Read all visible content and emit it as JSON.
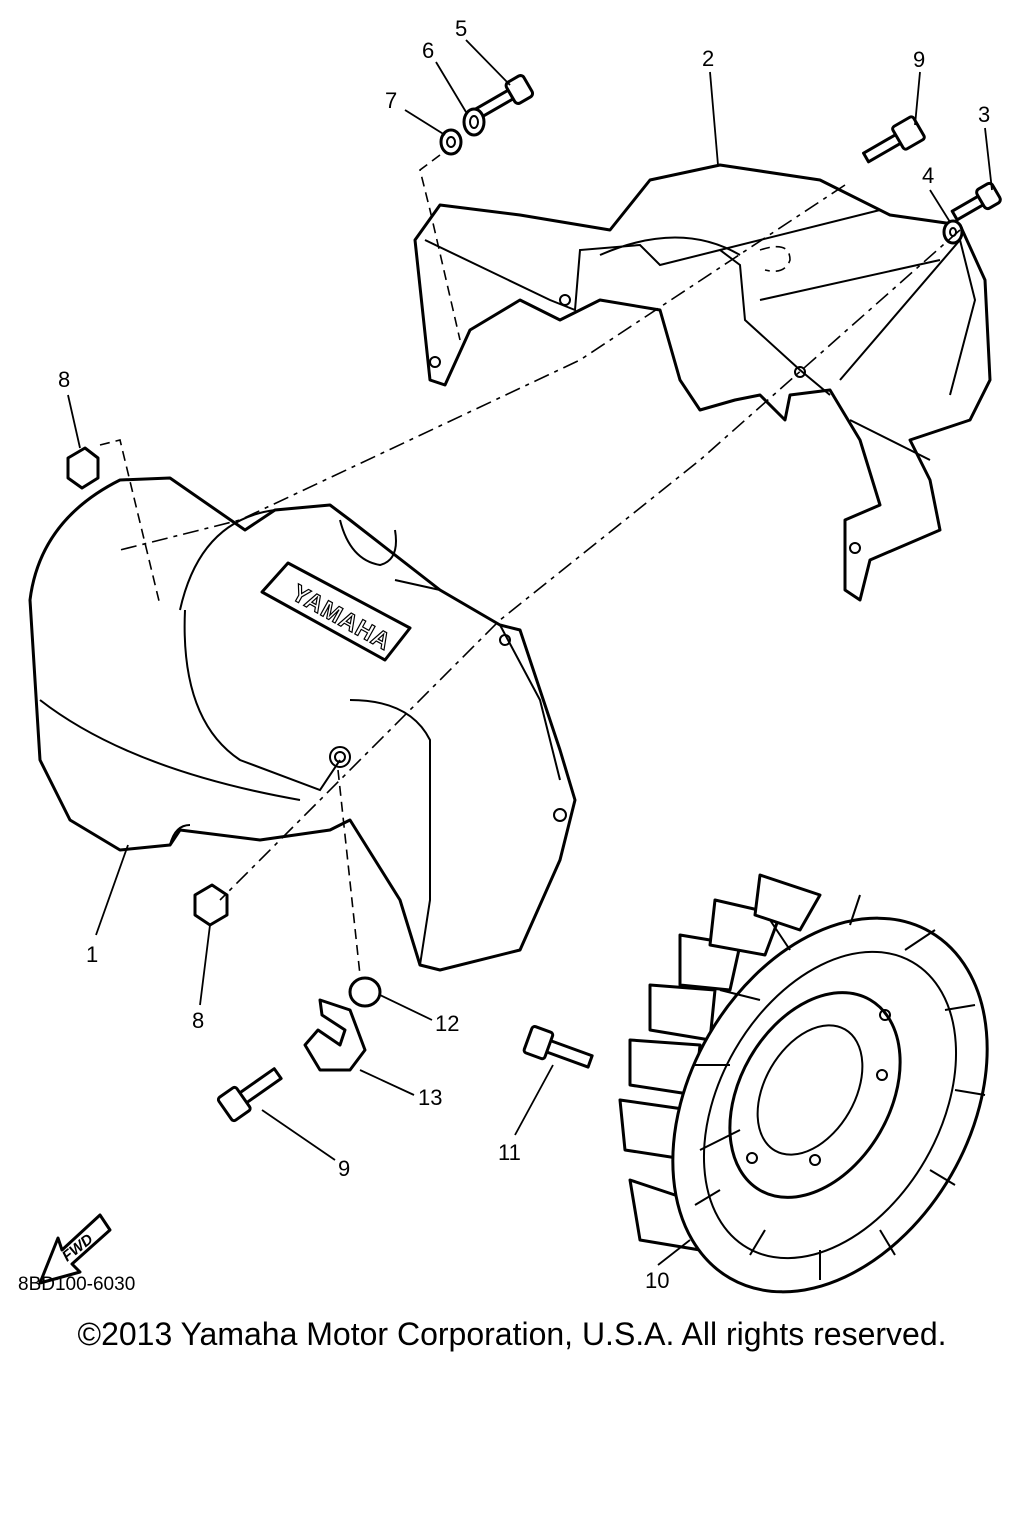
{
  "diagram": {
    "callouts": {
      "c1": "1",
      "c2": "2",
      "c3": "3",
      "c4": "4",
      "c5": "5",
      "c6": "6",
      "c7": "7",
      "c8a": "8",
      "c8b": "8",
      "c9a": "9",
      "c9b": "9",
      "c10": "10",
      "c11": "11",
      "c12": "12",
      "c13": "13"
    },
    "logo_text": "YAMAHA",
    "fwd_label": "FWD",
    "drawing_code": "8BD100-6030"
  },
  "footer": {
    "copyright": "©2013 Yamaha Motor Corporation, U.S.A. All rights reserved."
  }
}
